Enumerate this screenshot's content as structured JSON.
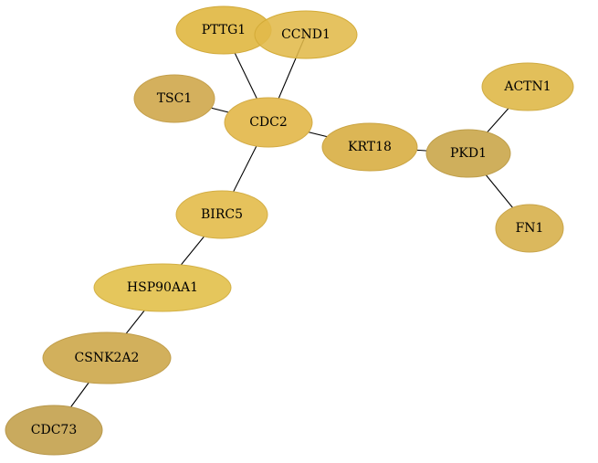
{
  "nodes": [
    {
      "id": "PTTG1",
      "label": "PTTG1",
      "fill": "#e3be53",
      "stroke": "#d1a93a",
      "opacity": 1
    },
    {
      "id": "CCND1",
      "label": "CCND1",
      "fill": "#e1b94a",
      "stroke": "#d3ab37",
      "opacity": 0.88
    },
    {
      "id": "TSC1",
      "label": "TSC1",
      "fill": "#d4b05d",
      "stroke": "#c4a04d",
      "opacity": 1
    },
    {
      "id": "CDC2",
      "label": "CDC2",
      "fill": "#e5be5a",
      "stroke": "#d3ab45",
      "opacity": 1
    },
    {
      "id": "KRT18",
      "label": "KRT18",
      "fill": "#dcb655",
      "stroke": "#caa443",
      "opacity": 1
    },
    {
      "id": "PKD1",
      "label": "PKD1",
      "fill": "#cfaf5c",
      "stroke": "#be9e4b",
      "opacity": 1
    },
    {
      "id": "ACTN1",
      "label": "ACTN1",
      "fill": "#e2bf5a",
      "stroke": "#d0ac45",
      "opacity": 1
    },
    {
      "id": "FN1",
      "label": "FN1",
      "fill": "#dbb85d",
      "stroke": "#c9a54a",
      "opacity": 1
    },
    {
      "id": "BIRC5",
      "label": "BIRC5",
      "fill": "#e6c25c",
      "stroke": "#d3ae45",
      "opacity": 1
    },
    {
      "id": "HSP90AA1",
      "label": "HSP90AA1",
      "fill": "#e5c65c",
      "stroke": "#d3b045",
      "opacity": 1
    },
    {
      "id": "CSNK2A2",
      "label": "CSNK2A2",
      "fill": "#d2b05c",
      "stroke": "#c09d4a",
      "opacity": 1
    },
    {
      "id": "CDC73",
      "label": "CDC73",
      "fill": "#c9aa5e",
      "stroke": "#b8984c",
      "opacity": 1
    }
  ],
  "edges": [
    {
      "source": "PTTG1",
      "target": "CDC2"
    },
    {
      "source": "CCND1",
      "target": "CDC2"
    },
    {
      "source": "TSC1",
      "target": "CDC2"
    },
    {
      "source": "CDC2",
      "target": "KRT18"
    },
    {
      "source": "CDC2",
      "target": "BIRC5"
    },
    {
      "source": "KRT18",
      "target": "PKD1"
    },
    {
      "source": "PKD1",
      "target": "ACTN1"
    },
    {
      "source": "PKD1",
      "target": "FN1"
    },
    {
      "source": "BIRC5",
      "target": "HSP90AA1"
    },
    {
      "source": "HSP90AA1",
      "target": "CSNK2A2"
    },
    {
      "source": "CSNK2A2",
      "target": "CDC73"
    }
  ]
}
